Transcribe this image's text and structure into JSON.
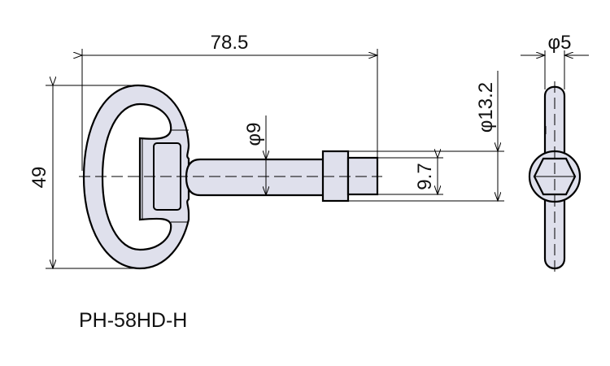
{
  "drawing": {
    "part_number": "PH-58HD-H",
    "fill_color": "#dfe0ec",
    "line_color": "#000000",
    "dimensions": {
      "overall_length": "78.5",
      "handle_height": "49",
      "shaft_diameter": "φ9",
      "tip_width": "9.7",
      "collar_diameter": "φ13.2",
      "end_view_width": "φ5"
    },
    "views": [
      "side-view",
      "end-view"
    ]
  }
}
